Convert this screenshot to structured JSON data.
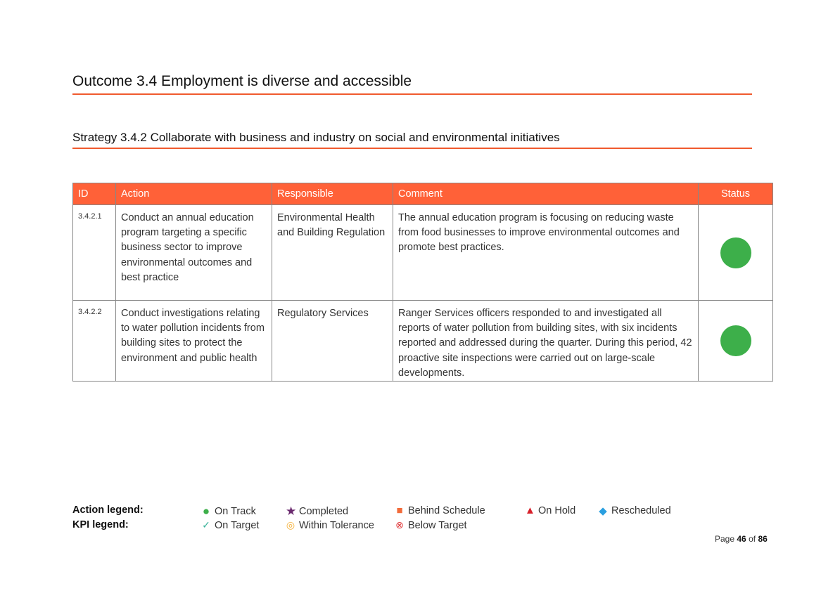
{
  "outcome_title": "Outcome 3.4 Employment is diverse and accessible",
  "strategy_title": "Strategy 3.4.2 Collaborate with business and industry on social and environmental initiatives",
  "table": {
    "headers": [
      "ID",
      "Action",
      "Responsible",
      "Comment",
      "Status"
    ],
    "rows": [
      {
        "id": "3.4.2.1",
        "action": "Conduct an annual education program targeting a specific business sector to improve environmental outcomes and best practice",
        "responsible": "Environmental Health and Building Regulation",
        "comment": "The annual education program is focusing on reducing waste from food businesses to improve environmental outcomes and promote best practices.",
        "status": "On Track"
      },
      {
        "id": "3.4.2.2",
        "action": "Conduct investigations relating to water pollution incidents from building sites to protect the environment and public health",
        "responsible": "Regulatory Services",
        "comment": "Ranger Services officers responded to and investigated all reports of water pollution from building sites, with six incidents reported and addressed during the quarter. During this period, 42 proactive site inspections were carried out on large-scale developments.",
        "status": "On Track"
      }
    ]
  },
  "action_legend": {
    "label": "Action legend:",
    "items": [
      "On Track",
      "Completed",
      "Behind Schedule",
      "On Hold",
      "Rescheduled"
    ]
  },
  "kpi_legend": {
    "label": "KPI legend:",
    "items": [
      "On Target",
      "Within Tolerance",
      "Below Target"
    ]
  },
  "footer": {
    "prefix": "Page",
    "page": "46",
    "of": "of",
    "total": "86"
  },
  "colors": {
    "accent": "#ff6138",
    "on_track": "#3daf4a",
    "completed": "#6a2a6e",
    "behind": "#f26b3a",
    "on_hold": "#d7202a",
    "rescheduled": "#2a9fe0"
  }
}
